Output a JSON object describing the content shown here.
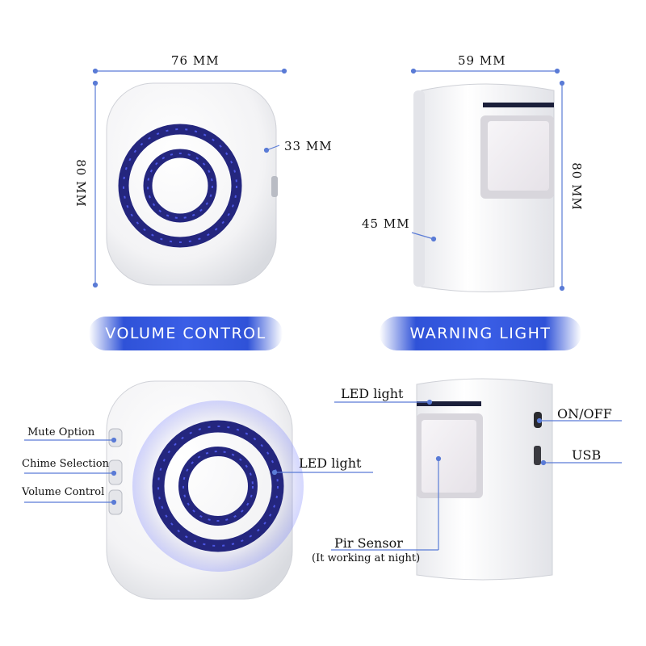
{
  "dimensions": {
    "chime_width": "76 MM",
    "chime_height": "80 MM",
    "chime_depth": "33 MM",
    "sensor_width": "59 MM",
    "sensor_height": "80 MM",
    "sensor_depth": "45 MM"
  },
  "banners": {
    "left": "VOLUME CONTROL",
    "right": "WARNING LIGHT"
  },
  "chime_callouts": {
    "mute": "Mute Option",
    "chime": "Chime Selection",
    "volume": "Volume Control",
    "led": "LED light"
  },
  "sensor_callouts": {
    "led": "LED light",
    "on_off": "ON/OFF",
    "usb": "USB",
    "pir": "Pir Sensor",
    "pir_note": "(It working at night)"
  },
  "colors": {
    "accent_blue": "#3a5ee6",
    "led_ring": "#2b2f8f",
    "leader_line": "#4a6fd0"
  }
}
